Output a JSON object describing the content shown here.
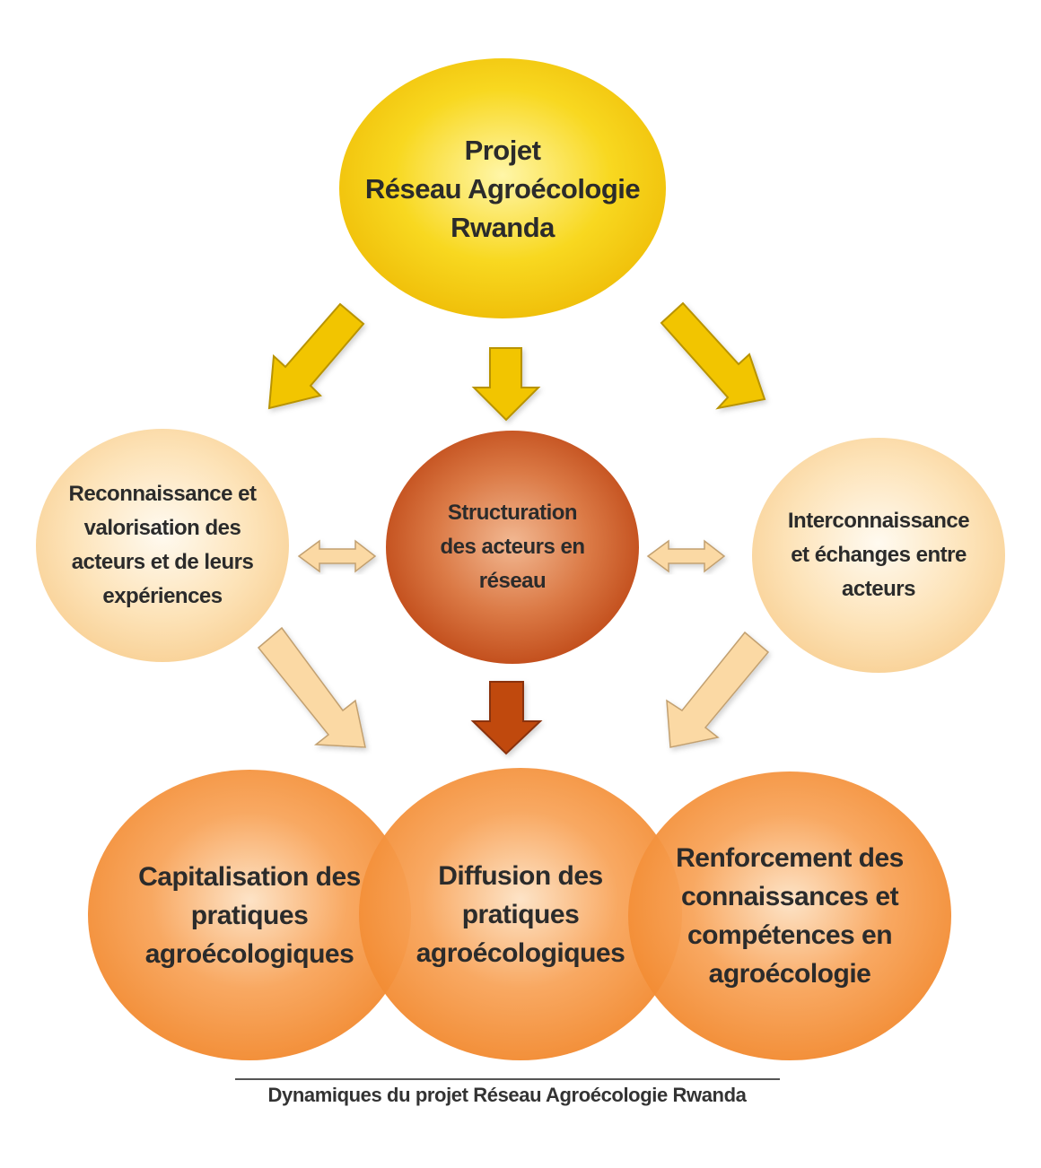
{
  "diagram": {
    "nodes": {
      "top": "Projet\nRéseau Agroécologie\nRwanda",
      "left": "Reconnaissance et\nvalorisation des\nacteurs et de leurs\nexpériences",
      "middle": "Structuration\ndes acteurs en\nréseau",
      "right": "Interconnaissance\net échanges entre\nacteurs",
      "bottom_left": "Capitalisation des\npratiques\nagroécologiques",
      "bottom_center": "Diffusion des\npratiques\nagroécologiques",
      "bottom_right": "Renforcement des\nconnaissances et\ncompétences en\nagroécologie"
    },
    "colors": {
      "yellow": "#f5cd10",
      "yellow_arrow": "#f2c500",
      "brown": "#c8541e",
      "brown_arrow": "#c04a10",
      "peach": "#fbd9a4",
      "orange": "#f5913a"
    }
  },
  "caption": "Dynamiques du projet Réseau Agroécologie Rwanda"
}
